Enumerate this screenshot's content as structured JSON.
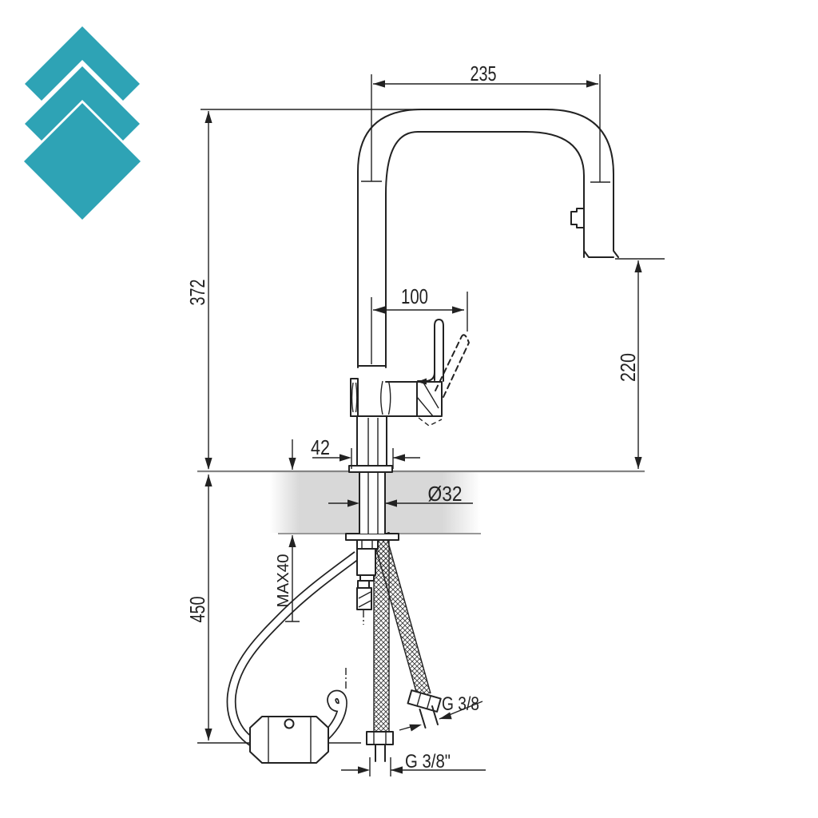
{
  "page": {
    "background": "#FFFFFF"
  },
  "logo": {
    "name": "triple-chevron-logo",
    "color": "#2EA3B5"
  },
  "labels": {
    "spout_reach": "235",
    "spout_height": "372",
    "handle_travel": "100",
    "outlet_height": "220",
    "base_width": "42",
    "hole_diameter": "Ø32",
    "deck_thickness": "MAX40",
    "under_counter_depth": "450",
    "thread_angled": "G 3/8",
    "thread_straight": "G 3/8\""
  },
  "colors": {
    "line": "#222222",
    "counter_line": "#848484",
    "counter_fill": "#D8D8D8"
  }
}
